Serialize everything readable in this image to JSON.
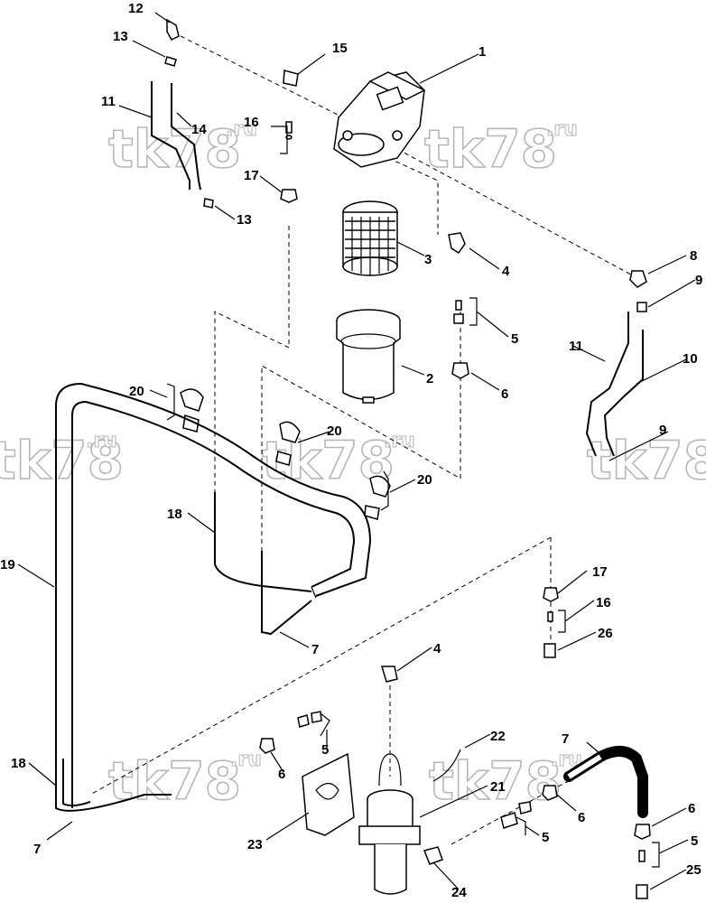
{
  "watermark": {
    "text": "tk78",
    "suffix": ".ru"
  },
  "callouts": {
    "c1": "1",
    "c2": "2",
    "c3": "3",
    "c4a": "4",
    "c4b": "4",
    "c5a": "5",
    "c5b": "5",
    "c5c": "5",
    "c5d": "5",
    "c6a": "6",
    "c6b": "6",
    "c6c": "6",
    "c6d": "6",
    "c7a": "7",
    "c7b": "7",
    "c7c": "7",
    "c8": "8",
    "c9a": "9",
    "c9b": "9",
    "c10": "10",
    "c11a": "11",
    "c11b": "11",
    "c12": "12",
    "c13a": "13",
    "c13b": "13",
    "c14": "14",
    "c15": "15",
    "c16a": "16",
    "c16b": "16",
    "c17a": "17",
    "c17b": "17",
    "c18a": "18",
    "c18b": "18",
    "c19": "19",
    "c20a": "20",
    "c20b": "20",
    "c20c": "20",
    "c21": "21",
    "c22": "22",
    "c23": "23",
    "c24": "24",
    "c25": "25",
    "c26": "26"
  }
}
